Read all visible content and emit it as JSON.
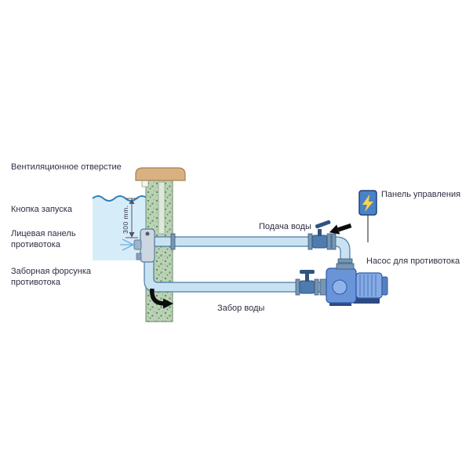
{
  "diagram": {
    "labels": {
      "ventilation": "Вентиляционное отверстие",
      "start_button": "Кнопка запуска",
      "face_panel_line1": "Лицевая панель",
      "face_panel_line2": "противотока",
      "intake_nozzle_line1": "Заборная форсунка",
      "intake_nozzle_line2": "противотока",
      "water_supply": "Подача воды",
      "water_intake": "Забор воды",
      "control_panel": "Панель управления",
      "pump": "Насос для противотока",
      "dimension": "300 mm."
    },
    "icons": {
      "lightning": "lightning-bolt-icon"
    },
    "colors": {
      "wall_base": "#bcd2b6",
      "wall_speckle_dark": "#5d8f63",
      "wall_speckle_mid": "#7fa87f",
      "wall_speckle_light": "#9cbb96",
      "coping": "#d8b183",
      "coping_stroke": "#a87f4e",
      "water": "#d6ecf9",
      "water_line": "#2f7fb6",
      "pipe_fill": "#c9e2f2",
      "pipe_stroke": "#4a7ca6",
      "fitting": "#7796b4",
      "valve": "#4f7bae",
      "valve_dark": "#2e5580",
      "unit": "#cdd7e2",
      "unit_stroke": "#5a7a9a",
      "spray": "#6fb0dc",
      "pump_body": "#6a94d8",
      "pump_motor": "#85abe4",
      "pump_dark": "#2e4a80",
      "pump_stroke": "#2e5aa8",
      "panel": "#4a82c8",
      "panel_stroke": "#23407a",
      "lightning": "#ffd34d",
      "wire": "#444444",
      "arrow": "#0d0d0d",
      "dimension": "#555566",
      "text": "#2e2e44"
    }
  }
}
